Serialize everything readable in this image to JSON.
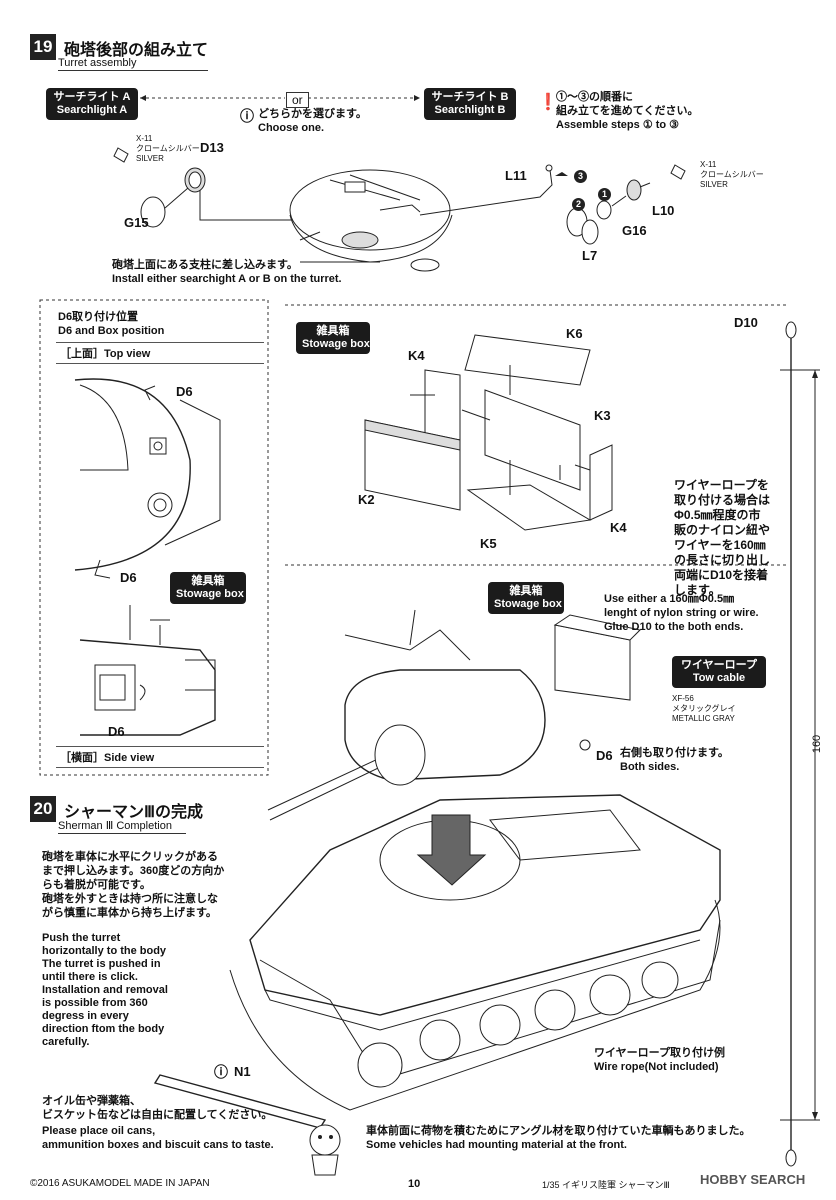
{
  "step19": {
    "number": "19",
    "title": "砲塔後部の組み立て",
    "subtitle": "Turret assembly",
    "searchlight_a": "サーチライト A\nSearchlight A",
    "searchlight_b": "サーチライト B\nSearchlight B",
    "or": "or",
    "choose_jp": "どちらかを選びます。",
    "choose_en": "Choose one.",
    "order_jp1": "①～③の順番に",
    "order_jp2": "組み立てを進めてください。",
    "order_en": "Assemble steps ① to ③",
    "paint_left": "X-11\nクロームシルバー\nSILVER",
    "paint_right": "X-11\nクロームシルバー\nSILVER",
    "parts": {
      "d13": "D13",
      "g15": "G15",
      "l11": "L11",
      "l10": "L10",
      "g16": "G16",
      "l7": "L7"
    },
    "steps": {
      "s1": "1",
      "s2": "2",
      "s3": "3"
    },
    "install_jp": "砲塔上面にある支柱に差し込みます。",
    "install_en": "Install either searchight A or B on the turret."
  },
  "d6panel": {
    "title_jp": "D6取り付け位置",
    "title_en": "D6 and Box position",
    "top_view": "［上面］Top view",
    "side_view": "［横面］Side view",
    "d6": "D6",
    "stowage": "雑具箱\nStowage box"
  },
  "stowage": {
    "title": "雑具箱\nStowage box",
    "k6": "K6",
    "k4a": "K4",
    "k3": "K3",
    "k2": "K2",
    "k5": "K5",
    "k4b": "K4"
  },
  "turret": {
    "stowage": "雑具箱\nStowage box",
    "d6": "D6",
    "d6_jp": "右側も取り付けます。",
    "d6_en": "Both sides."
  },
  "wire": {
    "d10": "D10",
    "jp": "ワイヤーロープを\n取り付ける場合は\nΦ0.5㎜程度の市\n販のナイロン紐や\nワイヤーを160㎜\nの長さに切り出し\n両端にD10を接着\nします。",
    "en": "Use either a 160㎜Φ0.5㎜\nlenght of nylon string or wire.\nGlue D10 to the both ends.",
    "tow": "ワイヤーロープ\nTow cable",
    "paint": "XF-56\nメタリックグレイ\nMETALLIC GRAY",
    "dim": "160"
  },
  "step20": {
    "number": "20",
    "title": "シャーマンⅢの完成",
    "subtitle": "Sherman Ⅲ Completion",
    "push_jp": "砲塔を車体に水平にクリックがある\nまで押し込みます。360度どの方向か\nらも着脱が可能です。\n砲塔を外すときは持つ所に注意しな\nがら慎重に車体から持ち上げます。",
    "push_en": "Push the turret\nhorizontally to the body\nThe turret is pushed in\nuntil there is click.\nInstallation and removal\nis possible from 360\ndegress in every\ndirection ftom the body\ncarefully.",
    "n1": "N1",
    "cans_jp": "オイル缶や弾薬箱、\nビスケット缶などは自由に配置してください。",
    "cans_en": "Please place oil cans,\nammunition boxes and biscuit cans to taste.",
    "wire_jp": "ワイヤーロープ取り付け例",
    "wire_en": "Wire rope(Not included)",
    "front_jp": "車体前面に荷物を積むためにアングル材を取り付けていた車輌もありました。",
    "front_en": "Some vehicles had mounting material at the front."
  },
  "footer": {
    "copyright": "©2016 ASUKAMODEL   MADE IN JAPAN",
    "page": "10",
    "product": "1/35 イギリス陸軍 シャーマンⅢ",
    "watermark": "HOBBY SEARCH"
  }
}
